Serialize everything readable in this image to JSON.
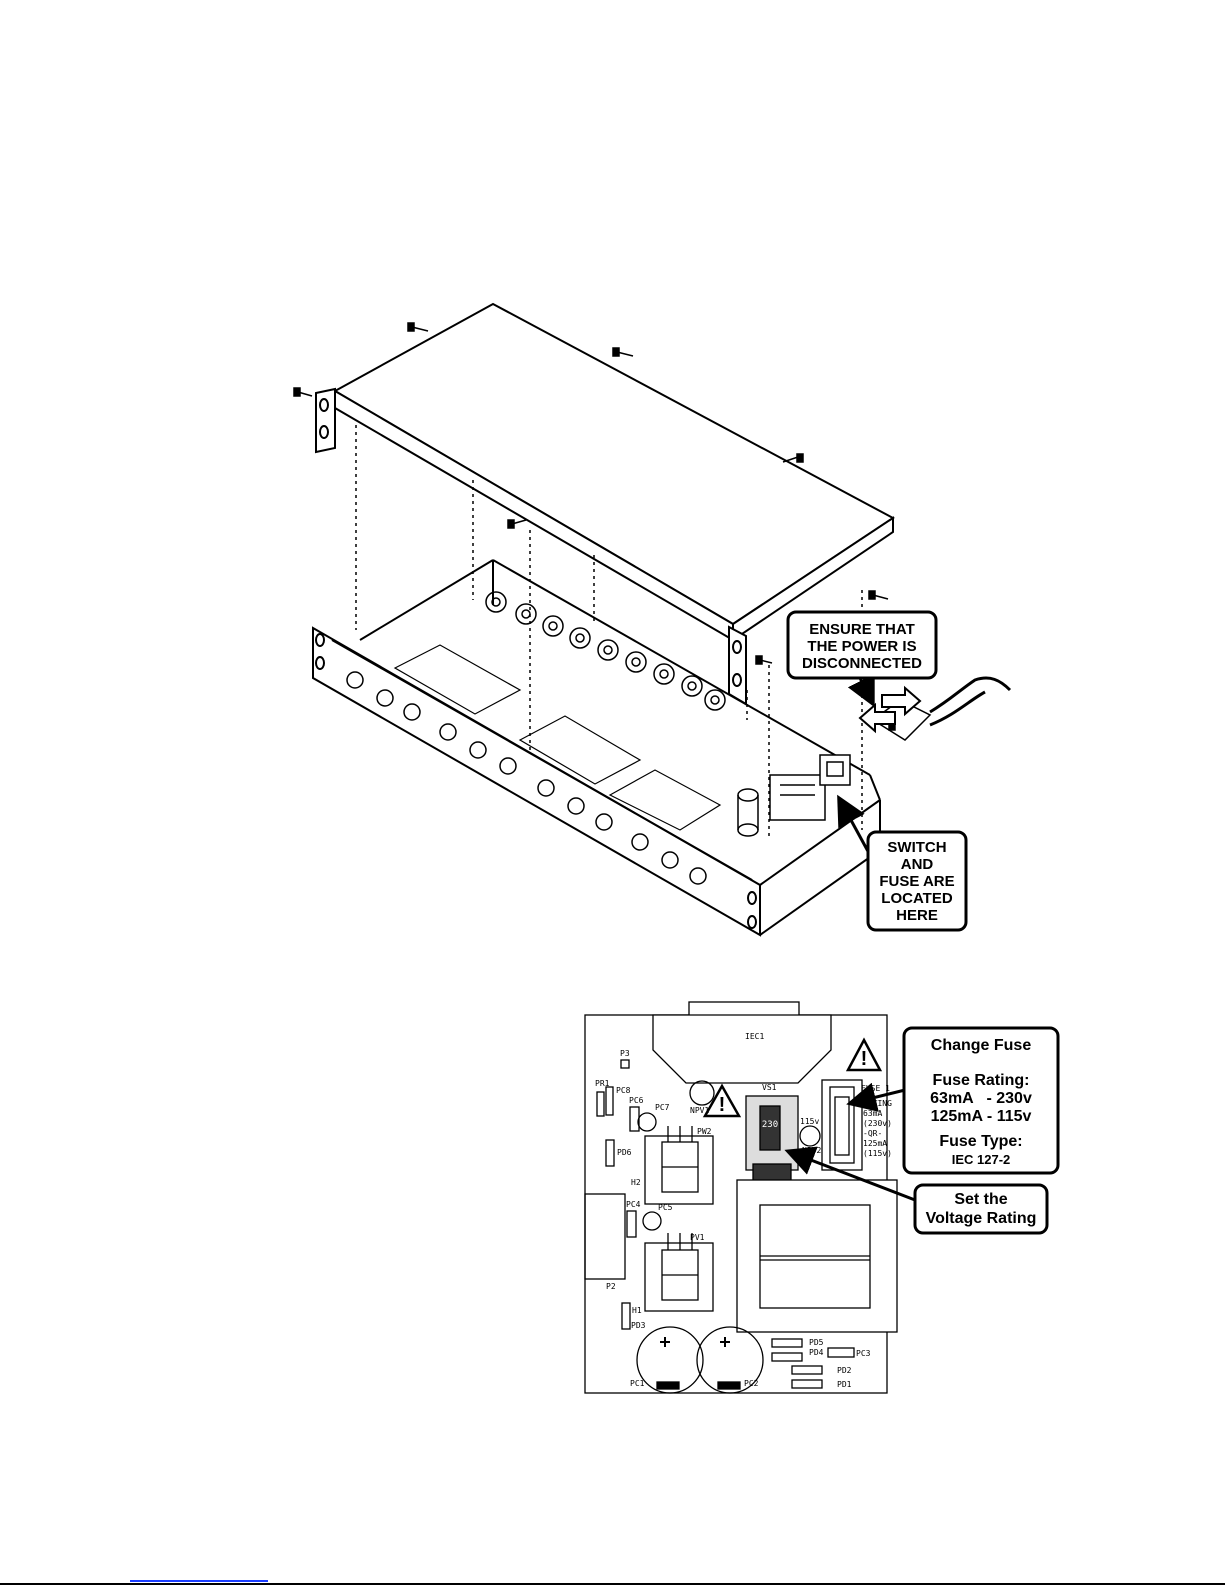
{
  "callouts": {
    "power": [
      "ENSURE THAT",
      "THE POWER IS",
      "DISCONNECTED"
    ],
    "switch_fuse": [
      "SWITCH",
      "AND",
      "FUSE ARE",
      "LOCATED",
      "HERE"
    ],
    "fuse_info": {
      "title": "Change Fuse",
      "rating_title": "Fuse Rating:",
      "rating_lines": [
        "63mA   - 230v",
        "125mA - 115v"
      ],
      "type_title": "Fuse Type:",
      "type_value": "IEC 127-2"
    },
    "voltage": [
      "Set the",
      "Voltage Rating"
    ]
  },
  "pcb_labels": {
    "iec": "IEC1",
    "p3": "P3",
    "pr1": "PR1",
    "pc8": "PC8",
    "pc6": "PC6",
    "pc7": "PC7",
    "pd6": "PD6",
    "pw2": "PW2",
    "h2": "H2",
    "npv1": "NPV1",
    "vs1": "VS1",
    "vs_value": "230",
    "v115": "115v",
    "npv2": "NPV2",
    "fuse1": "FUSE 1",
    "fuse_rating_small": [
      "RATING",
      "63mA",
      "(230v)",
      "-QR-",
      "125mA",
      "(115v)"
    ],
    "pc4": "PC4",
    "pc5": "PC5",
    "pv1": "PV1",
    "p2": "P2",
    "h1": "H1",
    "pd3": "PD3",
    "pd5": "PD5",
    "pd4": "PD4",
    "pc3": "PC3",
    "pd2": "PD2",
    "pd1": "PD1",
    "pc1": "PC1",
    "pc2": "PC2"
  },
  "colors": {
    "ink": "#000000",
    "link": "#1a3cff",
    "switch": "#333333"
  }
}
